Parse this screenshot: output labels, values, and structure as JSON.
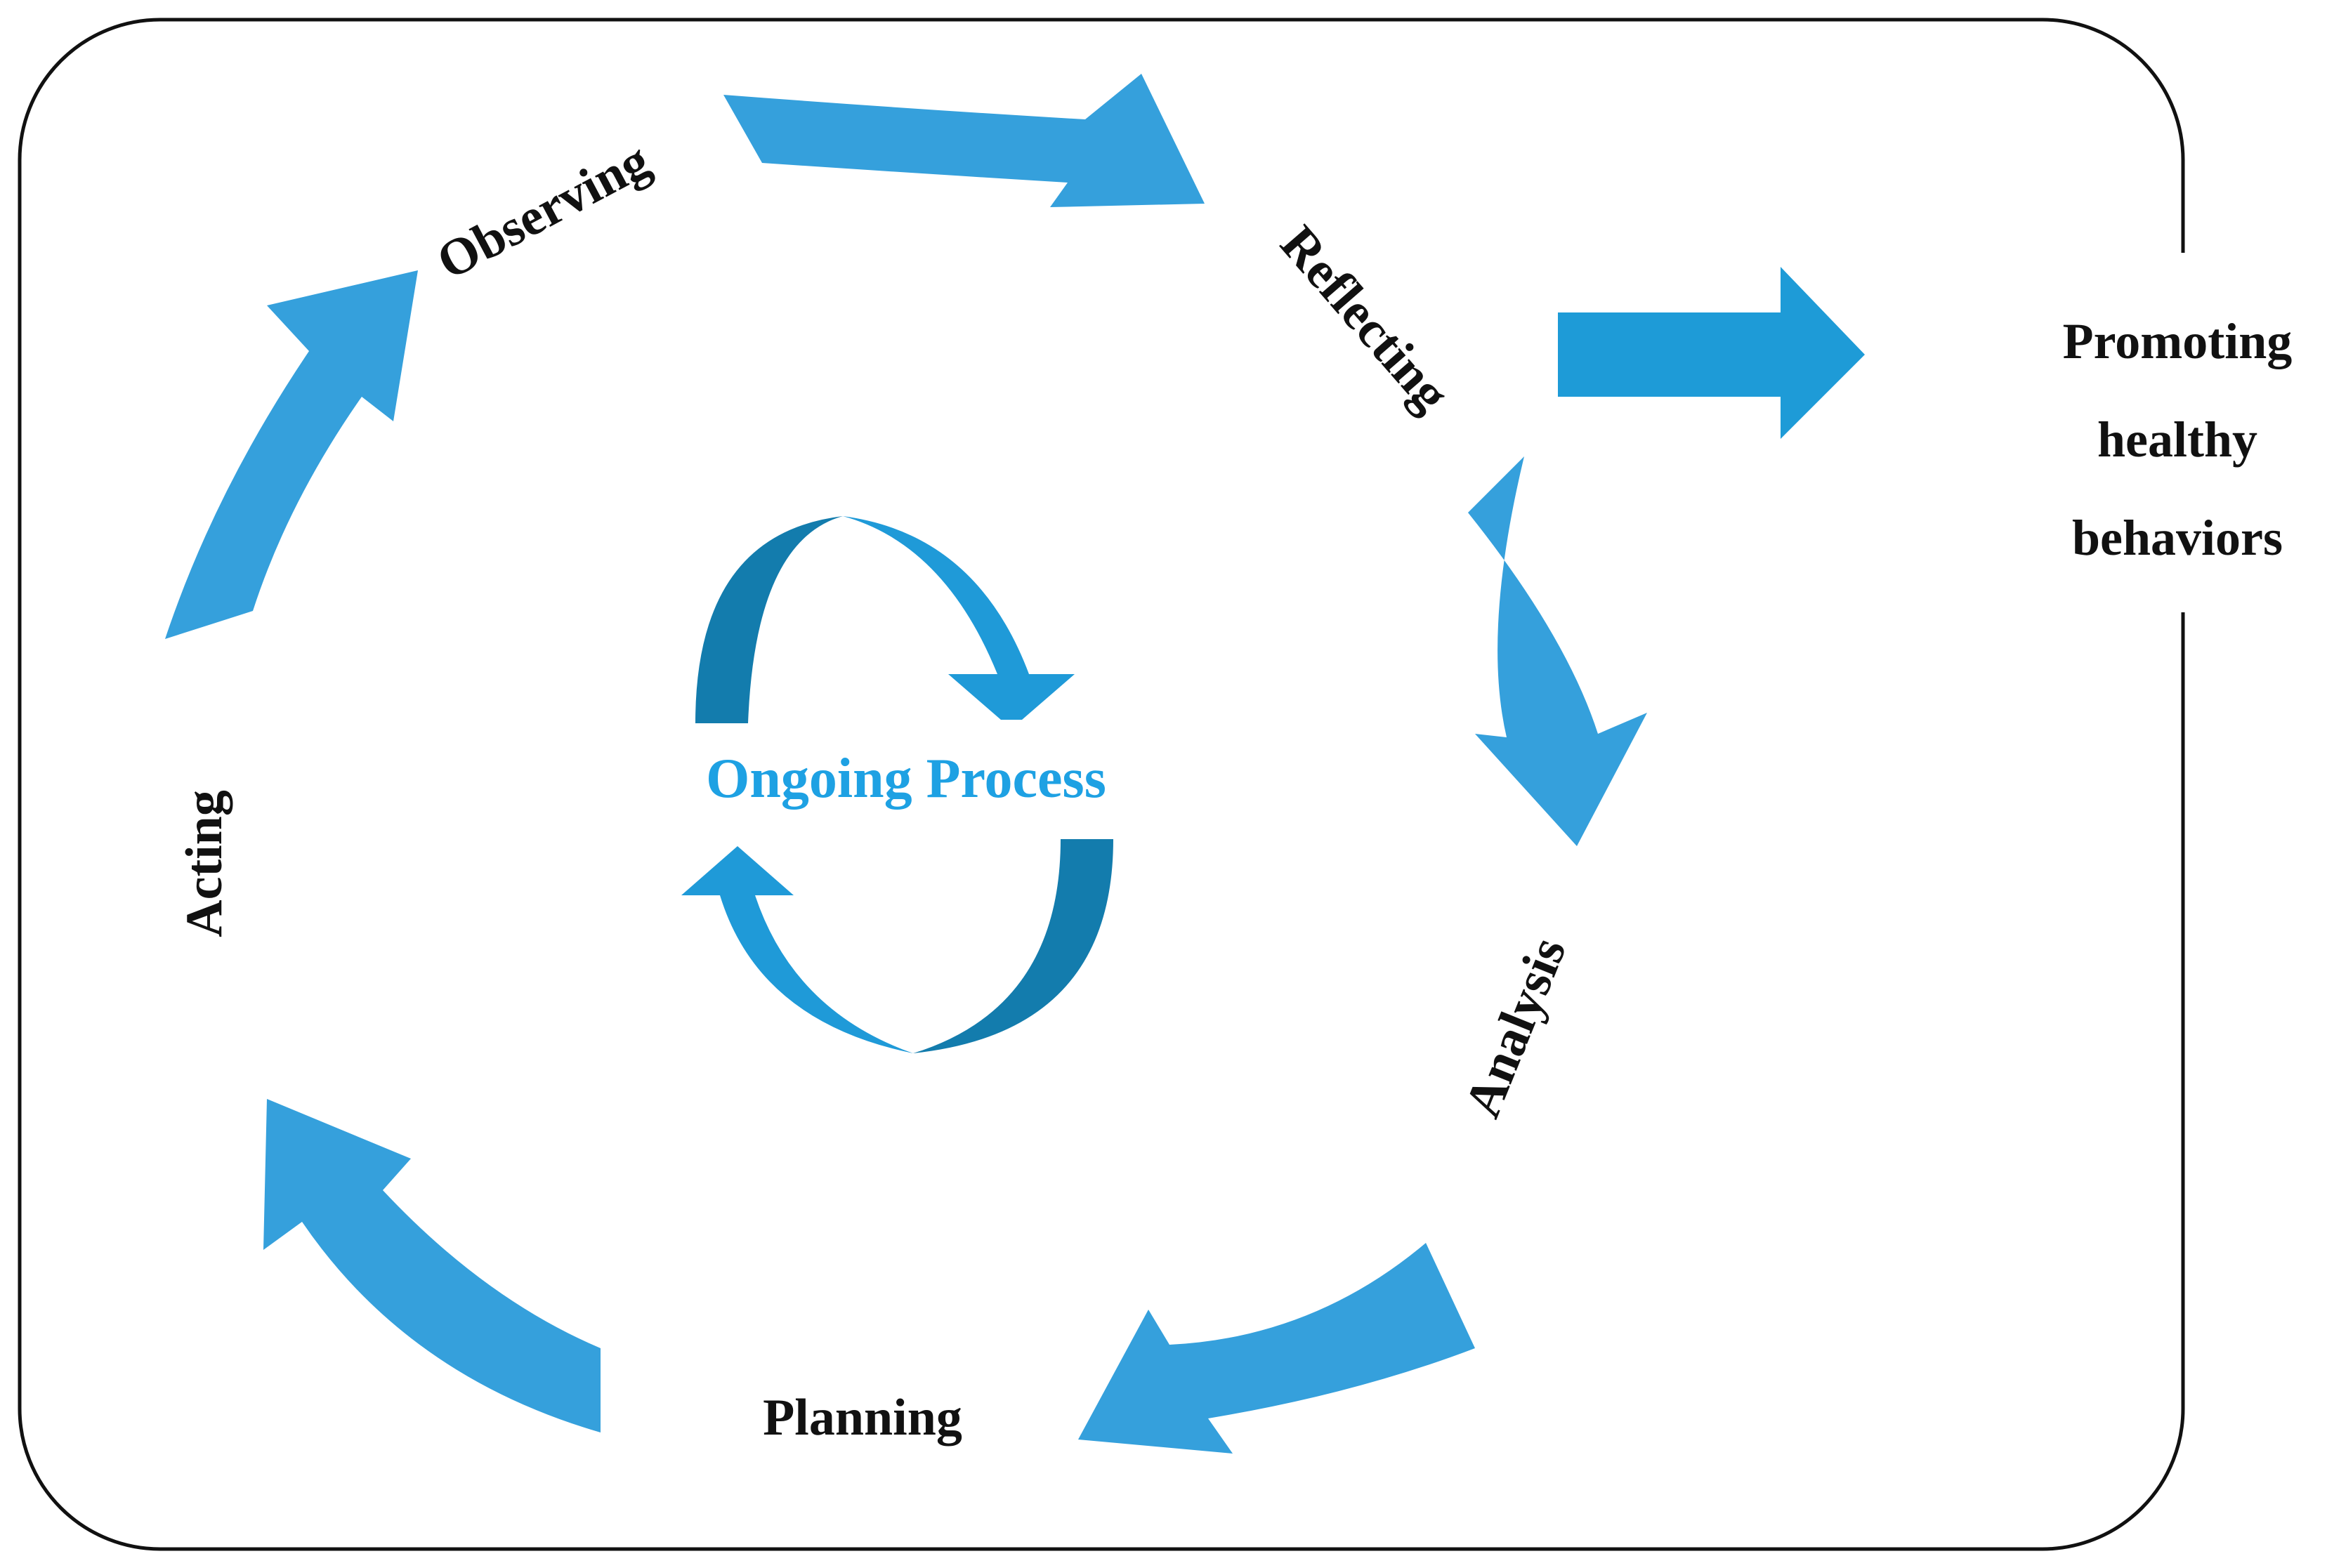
{
  "cycle": {
    "steps": [
      "Observing",
      "Reflecting",
      "Analysis",
      "Planning",
      "Acting"
    ],
    "center_label": "Ongoing Process"
  },
  "outcome": {
    "lines": [
      "Promoting",
      "healthy",
      "behaviors"
    ]
  },
  "colors": {
    "arrow_main": "#35a0dc",
    "arrow_outcome": "#1e9bd7",
    "center_light": "#1f9ad8",
    "center_dark": "#137cad",
    "center_text": "#1ea1e3",
    "frame_stroke": "#111111"
  }
}
